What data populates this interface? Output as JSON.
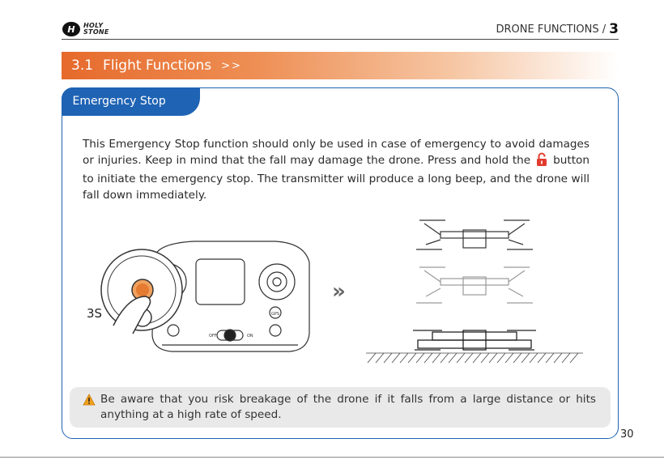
{
  "header": {
    "brand_line1": "HOLY",
    "brand_line2": "STONE",
    "section_label": "DRONE FUNCTIONS /",
    "section_number": "3"
  },
  "title_bar": {
    "number": "3.1",
    "title": "Flight Functions",
    "arrows": ">>"
  },
  "panel": {
    "tab_label": "Emergency Stop",
    "paragraph_part1": "This Emergency Stop function should only be used in case of emergency to avoid damages or injuries. Keep in mind that the fall may damage the drone. Press and hold the",
    "paragraph_part2": "button to initiate the emergency stop. The transmitter will produce a long beep, and the drone will fall down immediately."
  },
  "figure": {
    "hold_label": "3S",
    "switch_off_label": "OFF",
    "switch_on_label": "ON",
    "gps_label": "GPS",
    "arrow": "»"
  },
  "warning": {
    "text": "Be aware that you risk breakage of the drone if it falls from a large distance or hits anything at a high rate of speed."
  },
  "page_number": "30",
  "colors": {
    "accent_blue": "#1f63b4",
    "accent_orange": "#e66a2c",
    "warning_bg": "#e9e9e9"
  }
}
